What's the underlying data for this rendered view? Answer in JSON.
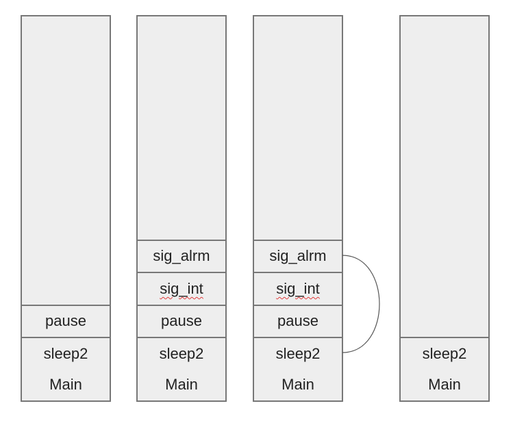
{
  "stacks": [
    {
      "frames": [
        "Main",
        "sleep2",
        "pause"
      ]
    },
    {
      "frames": [
        "Main",
        "sleep2",
        "pause",
        "sig_int",
        "sig_alrm"
      ]
    },
    {
      "frames": [
        "Main",
        "sleep2",
        "pause",
        "sig_int",
        "sig_alrm"
      ]
    },
    {
      "frames": [
        "Main",
        "sleep2"
      ]
    }
  ],
  "colors": {
    "fill": "#eeeeee",
    "border": "#777777",
    "spellcheck": "#e23a3a"
  }
}
